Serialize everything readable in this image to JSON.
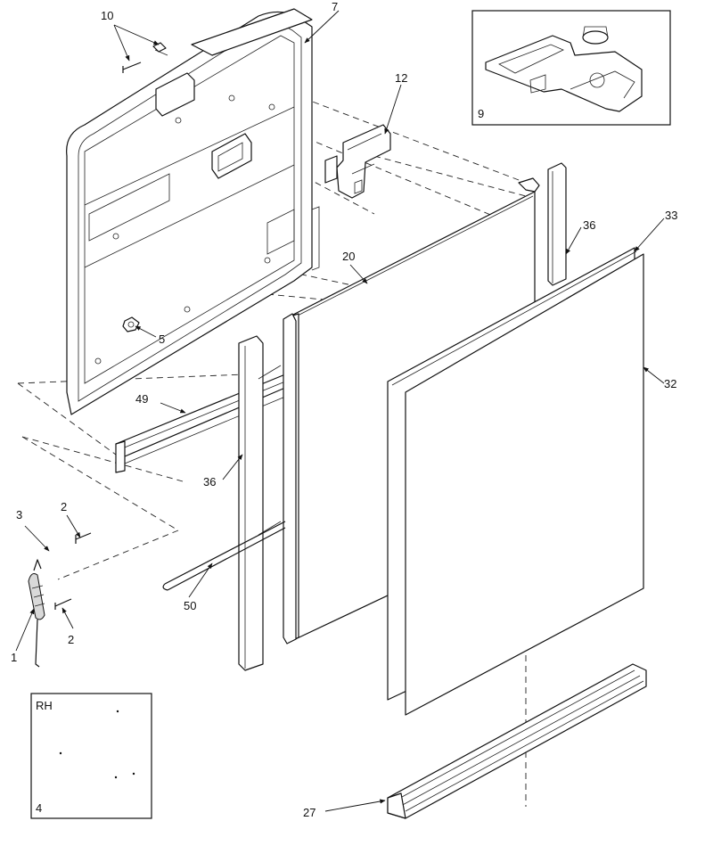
{
  "callouts": {
    "c1": "1",
    "c2a": "2",
    "c2b": "2",
    "c3": "3",
    "c4": "4",
    "c5": "5",
    "c7": "7",
    "c9": "9",
    "c10": "10",
    "c12": "12",
    "c20": "20",
    "c27": "27",
    "c32": "32",
    "c33": "33",
    "c36a": "36",
    "c36b": "36",
    "c49": "49",
    "c50": "50"
  },
  "inset_rh_label": "RH"
}
